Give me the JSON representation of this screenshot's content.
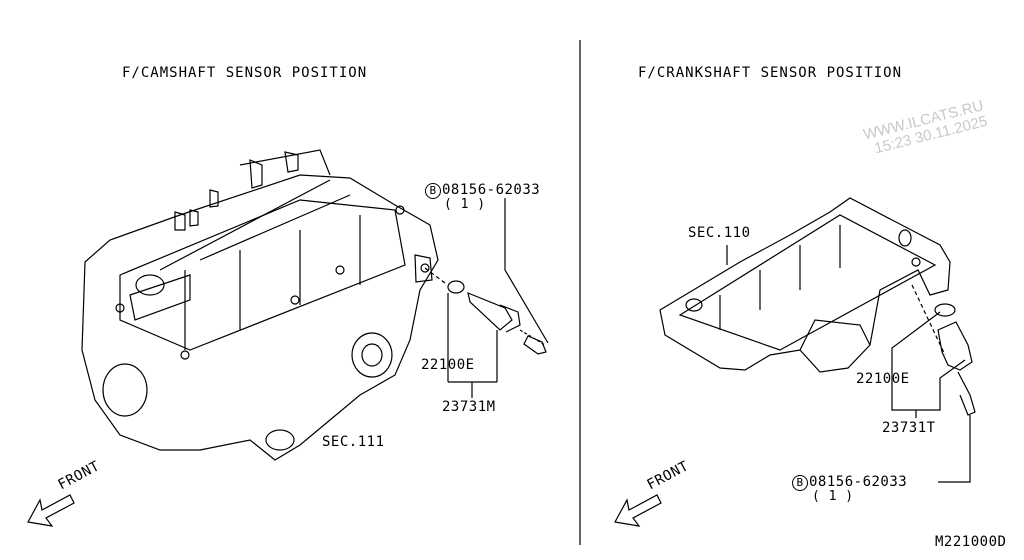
{
  "left_panel": {
    "title": "F/CAMSHAFT SENSOR POSITION",
    "bolt_part": "08156-62033",
    "bolt_symbol": "B",
    "bolt_qty": "( 1 )",
    "oring_part": "22100E",
    "sensor_part": "23731M",
    "section_ref": "SEC.111",
    "front_label": "FRONT"
  },
  "right_panel": {
    "title": "F/CRANKSHAFT SENSOR POSITION",
    "section_ref": "SEC.110",
    "oring_part": "22100E",
    "sensor_part": "23731T",
    "bolt_symbol": "B",
    "bolt_part": "08156-62033",
    "bolt_qty": "( 1 )",
    "front_label": "FRONT"
  },
  "watermark": {
    "line1": "WWW.ILCATS.RU",
    "line2": "15:23 30.11.2025"
  },
  "diagram_code": "M221000D"
}
